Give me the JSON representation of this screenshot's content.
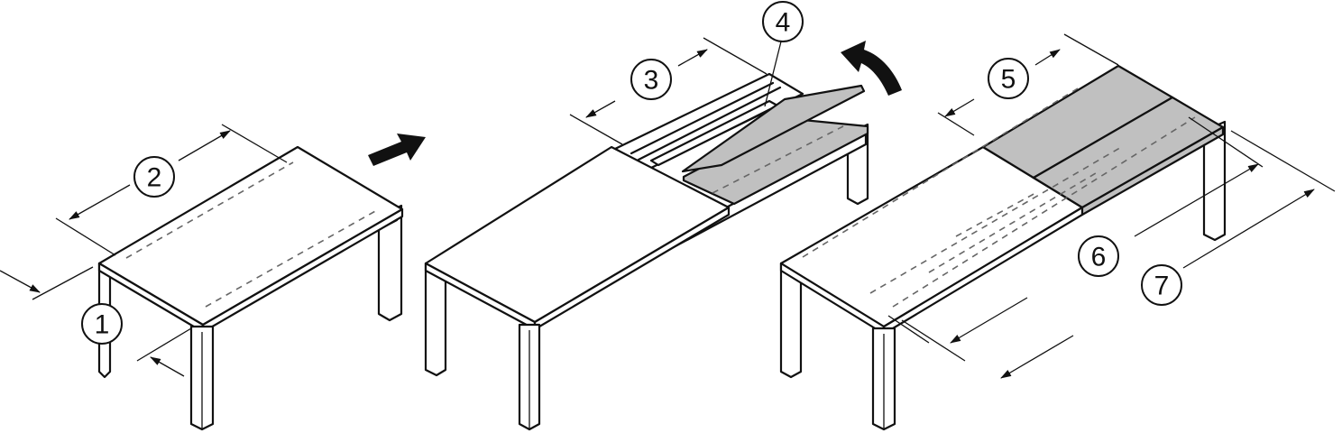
{
  "diagram": {
    "description": "Extending table: three isometric stages showing table with extension leaves",
    "colors": {
      "line": "#111111",
      "leaf_fill": "#c0c0c0",
      "hidden_line": "#666666",
      "background": "#ffffff"
    },
    "callouts": [
      {
        "id": 1,
        "label": "1",
        "meaning": "table width"
      },
      {
        "id": 2,
        "label": "2",
        "meaning": "closed table length"
      },
      {
        "id": 3,
        "label": "3",
        "meaning": "pull-out opening length"
      },
      {
        "id": 4,
        "label": "4",
        "meaning": "extension leaf / storage"
      },
      {
        "id": 5,
        "label": "5",
        "meaning": "extension leaves length"
      },
      {
        "id": 6,
        "label": "6",
        "meaning": "frame length"
      },
      {
        "id": 7,
        "label": "7",
        "meaning": "extended table length"
      }
    ],
    "arrows": [
      {
        "name": "step-arrow-pull",
        "direction": "right-up"
      },
      {
        "name": "step-arrow-flip",
        "direction": "curved-left"
      }
    ]
  }
}
